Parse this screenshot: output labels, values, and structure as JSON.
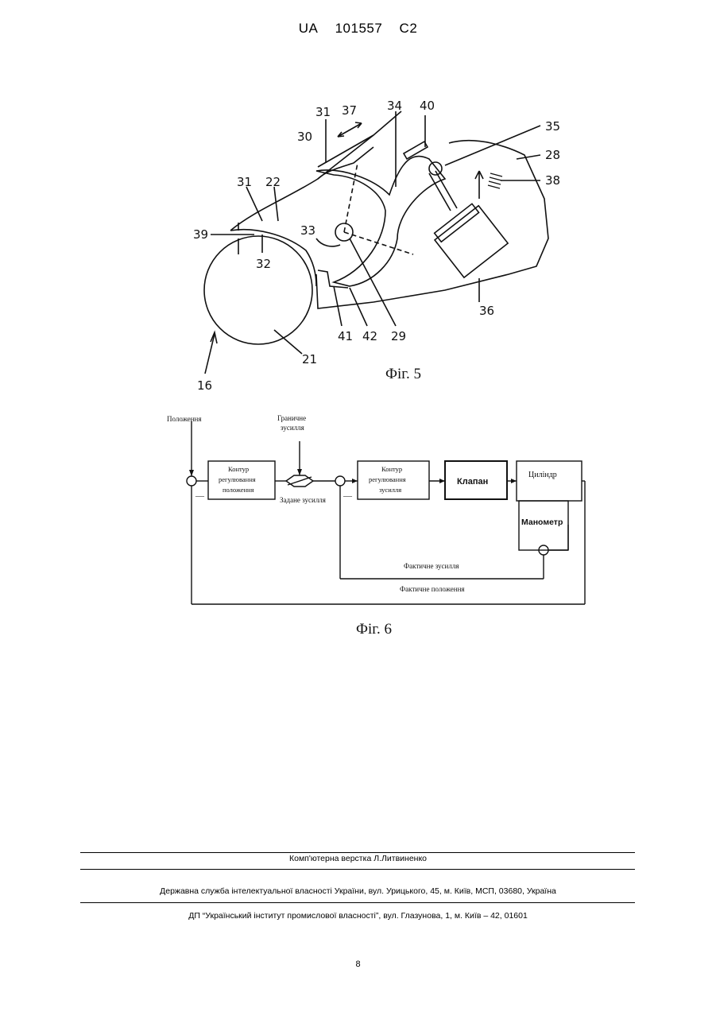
{
  "header": {
    "office": "UA",
    "number": "101557",
    "kind": "C2"
  },
  "fig5": {
    "caption": "Фіг. 5",
    "labels": [
      "31",
      "37",
      "34",
      "40",
      "35",
      "28",
      "30",
      "38",
      "31",
      "22",
      "33",
      "39",
      "32",
      "36",
      "41",
      "42",
      "29",
      "21",
      "16"
    ]
  },
  "fig6": {
    "caption": "Фіг. 6",
    "input_position": "Положення",
    "limit_force_1": "Граничне",
    "limit_force_2": "зусилля",
    "block_pos_1": "Контур",
    "block_pos_2": "регулювання",
    "block_pos_3": "положення",
    "setpoint_force": "Задане зусилля",
    "block_force_1": "Контур",
    "block_force_2": "регулювання",
    "block_force_3": "зусилля",
    "valve": "Клапан",
    "cylinder": "Циліндр",
    "manometer": "Манометр",
    "actual_force": "Фактичне зусилля",
    "actual_position": "Фактичне положення",
    "minus": "—"
  },
  "footer": {
    "layout": "Комп'ютерна верстка Л.Литвиненко",
    "service": "Державна служба інтелектуальної власності України, вул. Урицького, 45, м. Київ, МСП, 03680, Україна",
    "institute": "ДП “Український інститут промислової власності”, вул. Глазунова, 1, м. Київ – 42, 01601",
    "page": "8"
  }
}
